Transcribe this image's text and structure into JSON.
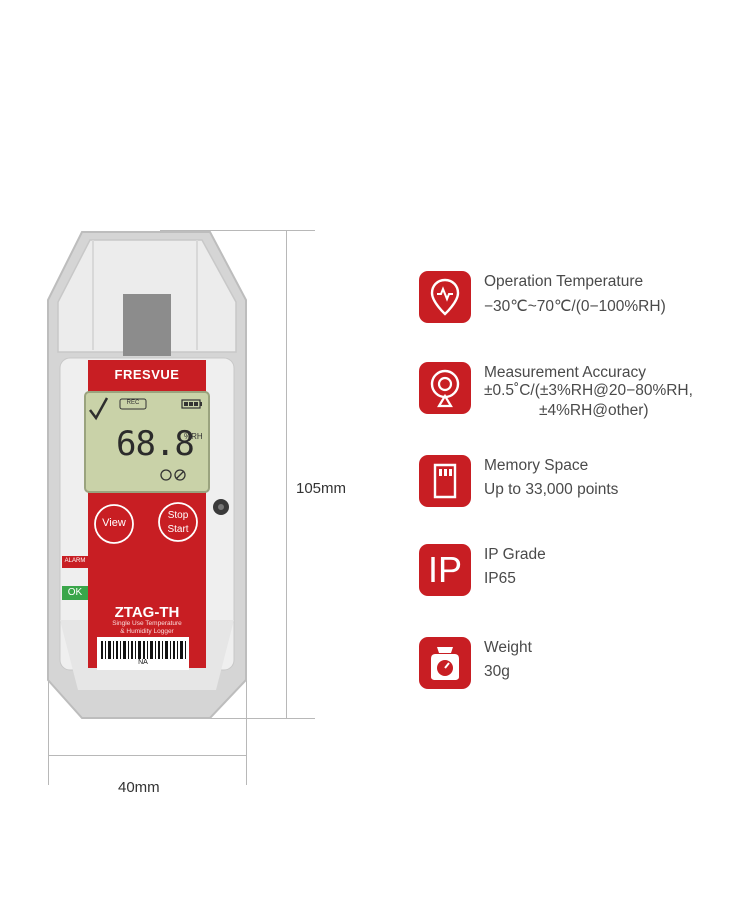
{
  "device": {
    "brand": "FRESVUE",
    "model": "ZTAG-TH",
    "subtitle_line1": "Single Use Temperature",
    "subtitle_line2": "& Humidity Logger",
    "barcode_text": "NA",
    "lcd": {
      "rec_label": "REC",
      "reading": "68.8",
      "unit": "%RH"
    },
    "buttons": {
      "view": "View",
      "stop": "Stop",
      "start": "Start"
    },
    "alarm_label": "ALARM",
    "ok_label": "OK"
  },
  "dimensions": {
    "height_label": "105mm",
    "width_label": "40mm"
  },
  "specs": [
    {
      "icon": "thermometer-pin-icon",
      "title": "Operation Temperature",
      "value": "−30℃~70℃/(0−100%RH)"
    },
    {
      "icon": "target-accuracy-icon",
      "title": "Measurement Accuracy",
      "value": "±0.5˚C/(±3%RH@20−80%RH,",
      "value2": "±4%RH@other)"
    },
    {
      "icon": "memory-card-icon",
      "title": "Memory Space",
      "value": "Up to 33,000 points"
    },
    {
      "icon": "ip-grade-icon",
      "title": "IP Grade",
      "value": "IP65",
      "icon_text": "IP"
    },
    {
      "icon": "weight-scale-icon",
      "title": "Weight",
      "value": "30g"
    }
  ],
  "colors": {
    "accent_red": "#c81e23",
    "lcd_green": "#c9d2a8",
    "ok_green": "#3aa64a",
    "shell_grey": "#d9d9d9"
  }
}
